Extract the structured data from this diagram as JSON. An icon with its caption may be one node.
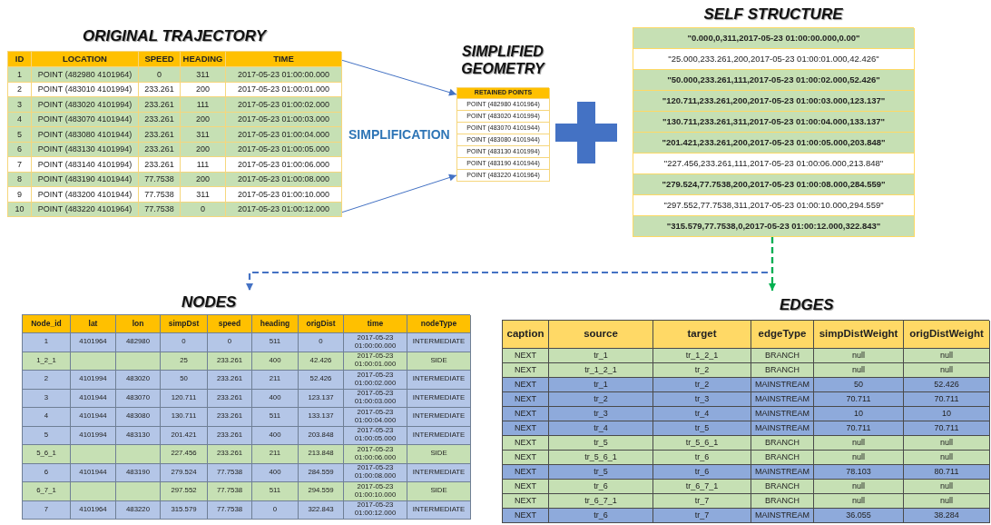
{
  "diagram": {
    "nodes": [
      {
        "text": [
          "ORIGINAL TRAJECTORY",
          "ID",
          "LOCATION",
          "SPEED",
          "HEADING",
          "TIME",
          "1",
          "POINT (482980 4101964)",
          "0",
          "311",
          "2017-05-23 01:00:00.000",
          "2",
          "POINT (483010 4101994)",
          "233.261",
          "200",
          "2017-05-23 01:00:01.000",
          "3",
          "POINT (483020 4101994)",
          "233.261",
          "111",
          "2017-05-23 01:00:02.000",
          "4",
          "POINT (483070 4101944)",
          "233.261",
          "200",
          "2017-05-23 01:00:03.000",
          "5",
          "POINT (483080 4101944)",
          "233.261",
          "311",
          "2017-05-23 01:00:04.000",
          "6",
          "POINT (483130 4101994)",
          "233.261",
          "200",
          "2017-05-23 01:00:05.000",
          "7",
          "POINT (483140 4101994)",
          "233.261",
          "111",
          "2017-05-23 01:00:06.000",
          "8",
          "POINT (483190 4101944)",
          "77.7538",
          "200",
          "2017-05-23 01:00:08.000",
          "9",
          "POINT (483200 4101944)",
          "77.7538",
          "311",
          "2017-05-23 01:00:10.000",
          "10",
          "POINT (483220 4101964)",
          "77.7538",
          "0",
          "2017-05-23 01:00:12.000"
        ]
      },
      {
        "text": [
          "SIMPLIFIED GEOMETRY",
          "RETAINED POINTS",
          "POINT (482980 4101964)",
          "POINT (483020 4101994)",
          "POINT (483070 4101944)",
          "POINT (483080 4101944)",
          "POINT (483130 4101994)",
          "POINT (483190 4101944)",
          "POINT (483220 4101964)"
        ]
      },
      {
        "text": [
          "SELF STRUCTURE",
          "\"0.000,0,311,2017-05-23 01:00:00.000,0.00\"",
          "\"25.000,233.261,200,2017-05-23 01:00:01.000,42.426\"",
          "\"50.000,233.261,111,2017-05-23 01:00:02.000,52.426\"",
          "\"120.711,233.261,200,2017-05-23 01:00:03.000,123.137\"",
          "\"130.711,233.261,311,2017-05-23 01:00:04.000,133.137\"",
          "\"201.421,233.261,200,2017-05-23 01:00:05.000,203.848\"",
          "\"227.456,233.261,111,2017-05-23 01:00:06.000,213.848\"",
          "\"279.524,77.7538,200,2017-05-23 01:00:08.000,284.559\"",
          "\"297.552,77.7538,311,2017-05-23 01:00:10.000,294.559\"",
          "\"315.579,77.7538,0,2017-05-23 01:00:12.000,322.843\""
        ]
      },
      {
        "text": [
          "NODES",
          "Node_id",
          "lat",
          "lon",
          "simpDst",
          "speed",
          "heading",
          "origDist",
          "time",
          "nodeType",
          "1",
          "4101964",
          "482980",
          "0",
          "0",
          "511",
          "0",
          "2017-05-23 01:00:00.000",
          "INTERMEDIATE",
          "1_2_1",
          "25",
          "233.261",
          "400",
          "42.426",
          "2017-05-23 01:00:01.000",
          "SIDE",
          "2",
          "4101994",
          "483020",
          "50",
          "233.261",
          "211",
          "52.426",
          "2017-05-23 01:00:02.000",
          "INTERMEDIATE",
          "3",
          "4101944",
          "483070",
          "120.711",
          "233.261",
          "400",
          "123.137",
          "2017-05-23 01:00:03.000",
          "INTERMEDIATE",
          "4",
          "4101944",
          "483080",
          "130.711",
          "233.261",
          "511",
          "133.137",
          "2017-05-23 01:00:04.000",
          "INTERMEDIATE",
          "5",
          "4101994",
          "483130",
          "201.421",
          "233.261",
          "400",
          "203.848",
          "2017-05-23 01:00:05.000",
          "INTERMEDIATE",
          "5_6_1",
          "227.456",
          "233.261",
          "211",
          "213.848",
          "2017-05-23 01:00:06.000",
          "SIDE",
          "6",
          "4101944",
          "483190",
          "279.524",
          "77.7538",
          "400",
          "284.559",
          "2017-05-23 01:00:08.000",
          "INTERMEDIATE",
          "6_7_1",
          "297.552",
          "77.7538",
          "511",
          "294.559",
          "2017-05-23 01:00:10.000",
          "SIDE",
          "7",
          "4101964",
          "483220",
          "315.579",
          "77.7538",
          "0",
          "322.843",
          "2017-05-23 01:00:12.000",
          "INTERMEDIATE"
        ]
      },
      {
        "text": [
          "EDGES",
          "caption",
          "source",
          "target",
          "edgeType",
          "simpDistWeight",
          "origDistWeight",
          "NEXT",
          "tr_1",
          "tr_1_2_1",
          "BRANCH",
          "null",
          "null",
          "NEXT",
          "tr_1_2_1",
          "tr_2",
          "BRANCH",
          "null",
          "null",
          "NEXT",
          "tr_1",
          "tr_2",
          "MAINSTREAM",
          "50",
          "52.426",
          "NEXT",
          "tr_2",
          "tr_3",
          "MAINSTREAM",
          "70.711",
          "70.711",
          "NEXT",
          "tr_3",
          "tr_4",
          "MAINSTREAM",
          "10",
          "10",
          "NEXT",
          "tr_4",
          "tr_5",
          "MAINSTREAM",
          "70.711",
          "70.711",
          "NEXT",
          "tr_5",
          "tr_5_6_1",
          "BRANCH",
          "null",
          "null",
          "NEXT",
          "tr_5_6_1",
          "tr_6",
          "BRANCH",
          "null",
          "null",
          "NEXT",
          "tr_5",
          "tr_6",
          "MAINSTREAM",
          "78.103",
          "80.711",
          "NEXT",
          "tr_6",
          "tr_6_7_1",
          "BRANCH",
          "null",
          "null",
          "NEXT",
          "tr_6_7_1",
          "tr_7",
          "BRANCH",
          "null",
          "null",
          "NEXT",
          "tr_6",
          "tr_7",
          "MAINSTREAM",
          "36.055",
          "38.284"
        ]
      }
    ],
    "edges": [
      {
        "from": 0,
        "to": 1,
        "arrow": "to"
      },
      {
        "from": 0,
        "to": 1,
        "arrow": "to"
      },
      {
        "from": 2,
        "to": 3,
        "arrow": "to",
        "style": "dashed"
      },
      {
        "from": 2,
        "to": 4,
        "arrow": "to",
        "style": "dashed",
        "color": "#00b050"
      }
    ],
    "labels": [
      "SIMPLIFICATION"
    ]
  }
}
